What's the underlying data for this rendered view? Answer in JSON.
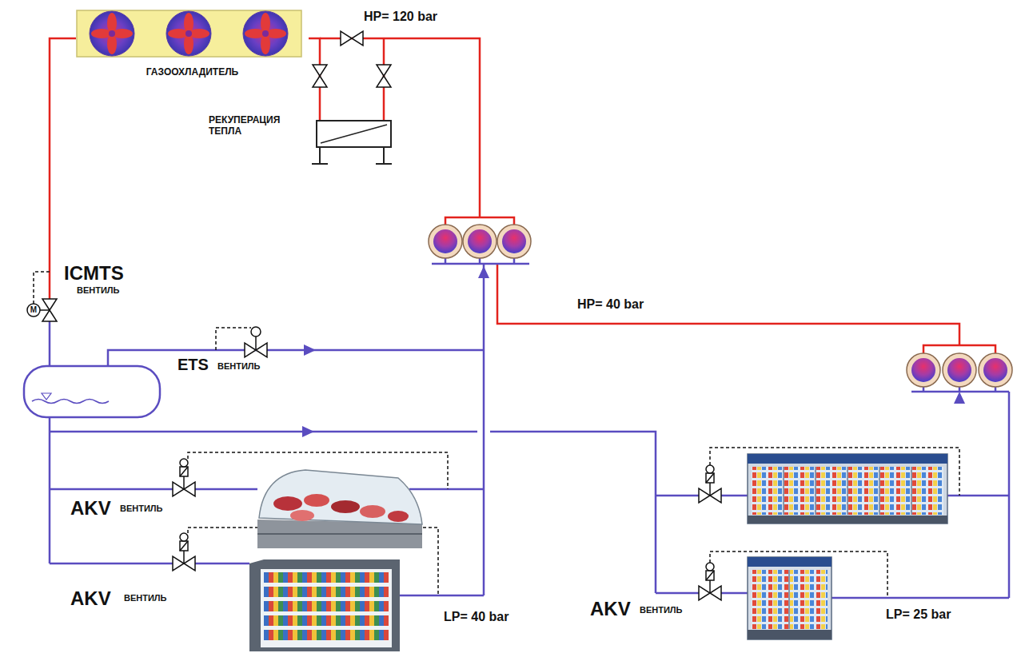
{
  "diagram": {
    "nodes": [
      {
        "text": [
          "ГАЗООХЛАДИТЕЛЬ"
        ]
      },
      {
        "text": [
          "РЕКУПЕРАЦИЯ ТЕПЛА"
        ]
      }
    ],
    "edges": [
      {
        "from": 1,
        "to": 0,
        "arrow": "none"
      }
    ],
    "labels": [
      "HP= 120 bar",
      "M",
      "ICMTS",
      "ВЕНТИЛЬ",
      "ETS",
      "ВЕНТИЛЬ",
      "HP= 40 bar",
      "AKV",
      "ВЕНТИЛЬ",
      "AKV",
      "ВЕНТИЛЬ",
      "LP= 40 bar",
      "AKV",
      "ВЕНТИЛЬ",
      "LP= 25 bar"
    ]
  }
}
